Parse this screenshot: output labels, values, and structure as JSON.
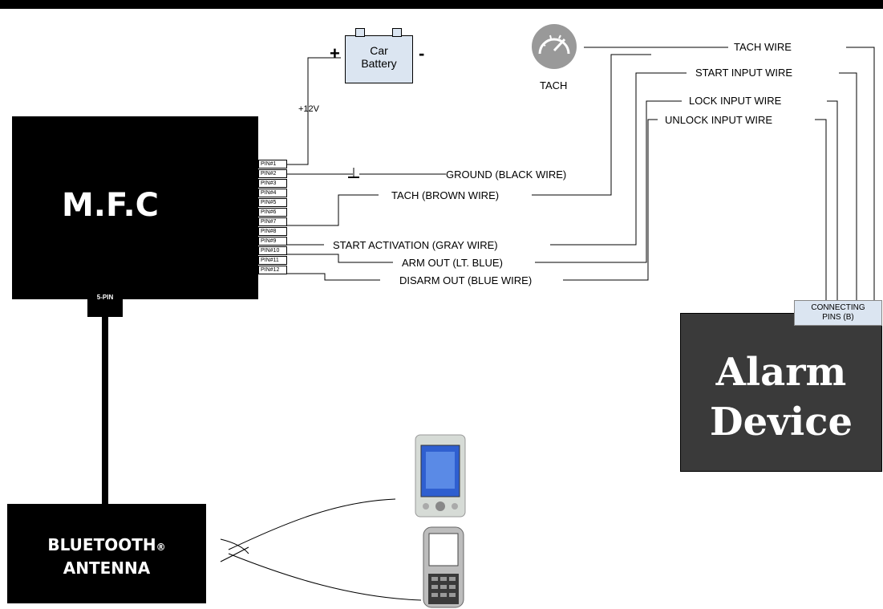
{
  "mfc": {
    "label": "M.F.C"
  },
  "pins": [
    "PIN#1",
    "PIN#2",
    "PIN#3",
    "PIN#4",
    "PIN#5",
    "PIN#6",
    "PIN#7",
    "PIN#8",
    "PIN#9",
    "PIN#10",
    "PIN#11",
    "PIN#12"
  ],
  "five_pin": "5-PIN",
  "battery": {
    "label_line1": "Car",
    "label_line2": "Battery",
    "plus": "+",
    "minus": "-",
    "voltage": "+12V"
  },
  "tach": {
    "label": "TACH",
    "icon": "tachometer-icon"
  },
  "wires_left": {
    "ground": "GROUND (BLACK WIRE)",
    "tach": "TACH (BROWN WIRE)",
    "start": "START ACTIVATION (GRAY WIRE)",
    "arm": "ARM OUT (LT. BLUE)",
    "disarm": "DISARM OUT (BLUE WIRE)"
  },
  "wires_right": {
    "tach": "TACH WIRE",
    "start": "START INPUT WIRE",
    "lock": "LOCK INPUT WIRE",
    "unlock": "UNLOCK INPUT WIRE"
  },
  "connecting_pins": {
    "line1": "CONNECTING",
    "line2": "PINS (B)"
  },
  "alarm": {
    "line1": "Alarm",
    "line2": "Device"
  },
  "bluetooth": {
    "line1": "BLUETOOTH",
    "reg": "®",
    "line2": "ANTENNA"
  },
  "colors": {
    "box_fill": "#000000",
    "alarm_fill": "#3a3a3a",
    "accent_fill": "#dbe5f1",
    "tach_icon": "#999999"
  }
}
